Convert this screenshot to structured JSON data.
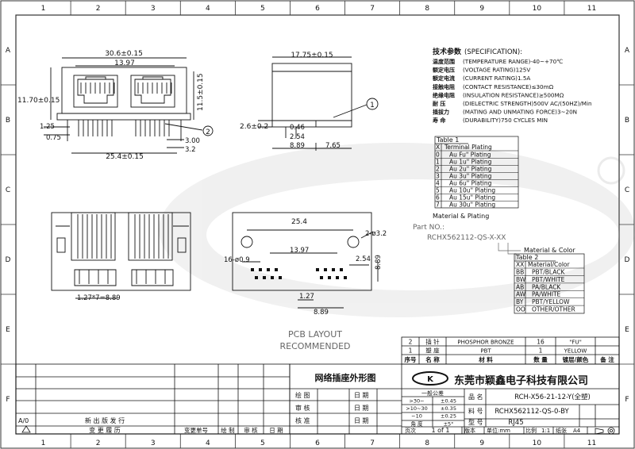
{
  "border": {
    "cols": [
      "1",
      "2",
      "3",
      "4",
      "5",
      "6",
      "7",
      "8",
      "9",
      "10",
      "11"
    ],
    "rows": [
      "A",
      "B",
      "C",
      "D",
      "E",
      "F"
    ]
  },
  "front_view": {
    "dims": {
      "width": "30.6±0.15",
      "pitch": "13.97",
      "height": "11.70±0.15",
      "height2": "11.5±0.15",
      "d125": "1.25",
      "d075": "0.75",
      "d300": "3.00",
      "d32": "3.2",
      "span": "25.4±0.15"
    },
    "callout": "2"
  },
  "side_view": {
    "dims": {
      "depth": "17.75±0.15",
      "d26": "2.6±0.2",
      "d046": "0.46",
      "d254": "2.54",
      "d889": "8.89",
      "d765": "7.65"
    },
    "callout": "1"
  },
  "spec": {
    "title_cn": "技术参数",
    "title_en": "(SPECIFICATION):",
    "rows": [
      {
        "cn": "温度范围",
        "en": "(TEMPERATURE RANGE)-40~+70℃"
      },
      {
        "cn": "额定电压",
        "en": "(VOLTAGE RATING)125V"
      },
      {
        "cn": "额定电流",
        "en": "(CURRENT RATING)1.5A"
      },
      {
        "cn": "接触电阻",
        "en": "(CONTACT RESISTANCE)≤30mΩ"
      },
      {
        "cn": "绝缘电阻",
        "en": "(INSULATION RESISTANCE)≥500MΩ"
      },
      {
        "cn": "耐  压",
        "en": "(DIELECTRIC STRENGTH)500V AC/(50HZ)/Min"
      },
      {
        "cn": "插拔力",
        "en": "(MATING AND UNMATING FORCE)3~20N"
      },
      {
        "cn": "寿  命",
        "en": "(DURABILITY)750 CYCLES MIN"
      }
    ]
  },
  "table1": {
    "title": "Table 1",
    "header": [
      "X",
      "Terminal Plating"
    ],
    "rows": [
      [
        "0",
        "Au Fu\" Plating"
      ],
      [
        "1",
        "Au 1u\" Plating"
      ],
      [
        "2",
        "Au 2u\" Plating"
      ],
      [
        "3",
        "Au 3u\" Plating"
      ],
      [
        "4",
        "Au 6u\" Plating"
      ],
      [
        "5",
        "Au 10u\" Plating"
      ],
      [
        "6",
        "Au 15u\" Plating"
      ],
      [
        "7",
        "Au 30u\" Plating"
      ]
    ]
  },
  "part": {
    "mp_label": "Material & Plating",
    "partno_label": "Part NO.:",
    "partno": "RCHX562112-QS-X-XX",
    "mc_label": "Material & Color"
  },
  "table2": {
    "title": "Table 2",
    "header": [
      "XX",
      "Material/Color"
    ],
    "rows": [
      [
        "BB",
        "PBT/BLACK"
      ],
      [
        "BW",
        "PBT/WHITE"
      ],
      [
        "AB",
        "PA/BLACK"
      ],
      [
        "AW",
        "PA/WHITE"
      ],
      [
        "BY",
        "PBT/YELLOW"
      ],
      [
        "OO",
        "OTHER/OTHER"
      ]
    ]
  },
  "bottom_view": {
    "pitch": "1.27*7=8.89"
  },
  "pcb": {
    "d254": "25.4",
    "hole": "2-ø3.2",
    "pins": "16-ø0.9",
    "d1397": "13.97",
    "d254b": "2.54",
    "d889v": "8.89",
    "d127": "1.27",
    "d889": "8.89",
    "label1": "PCB LAYOUT",
    "label2": "RECOMMENDED"
  },
  "bom": {
    "rows": [
      {
        "no": "2",
        "name": "插  针",
        "mat": "PHOSPHOR BRONZE",
        "qty": "16",
        "rem": "\"FU\""
      },
      {
        "no": "1",
        "name": "塑  座",
        "mat": "PBT",
        "qty": "1",
        "rem": "YELLOW"
      }
    ],
    "header": {
      "no": "序号",
      "name": "名  称",
      "mat": "材  料",
      "qty": "数  量",
      "plat": "镀层/颜色",
      "note": "备  注"
    }
  },
  "title_block": {
    "drawing_name": "网络插座外形图",
    "company": "东莞市颖鑫电子科技有限公司",
    "draw": "绘  图",
    "date": "日  期",
    "check": "审  核",
    "approve": "核  准",
    "tol_title": "一般公差",
    "tol": [
      {
        "r": ">30~",
        "v": "±0.45"
      },
      {
        "r": ">10~30",
        "v": "±0.35"
      },
      {
        "r": "~10",
        "v": "±0.25"
      },
      {
        "r": "角 度",
        "v": "±5°"
      }
    ],
    "name_label": "品  名",
    "name_val": "RCH-X56-21-12-Y(全塑)",
    "part_label": "料  号",
    "part_val": "RCHX562112-QS-0-BY",
    "type_label": "型  号",
    "type_val": "RJ45",
    "page_label": "页次",
    "page_val": "1 of 1",
    "ver_label": "版本",
    "unit": "单位:mm",
    "scale_label": "比例",
    "scale_val": "1:1",
    "paper_label": "纸张",
    "paper_val": "A4"
  },
  "rev_block": {
    "rev": "A/0",
    "new_release": "新 出 版 发 行",
    "symbol": "变  更  履  历",
    "sign_label": "变更单号",
    "drawer": "绘  制",
    "checker": "审  核",
    "date_label": "日  期"
  }
}
